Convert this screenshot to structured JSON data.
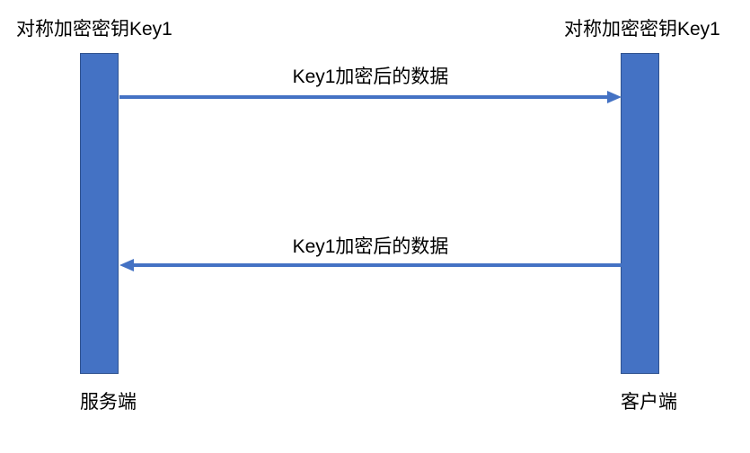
{
  "diagram": {
    "type": "sequence-diagram",
    "topic": "symmetric-encryption-exchange"
  },
  "labels": {
    "server_key": "对称加密密钥Key1",
    "client_key": "对称加密密钥Key1",
    "server": "服务端",
    "client": "客户端"
  },
  "messages": [
    {
      "label": "Key1加密后的数据",
      "from": "服务端",
      "to": "客户端",
      "direction": "right"
    },
    {
      "label": "Key1加密后的数据",
      "from": "客户端",
      "to": "服务端",
      "direction": "left"
    }
  ],
  "colors": {
    "bar_fill": "#4472C4",
    "bar_border": "#2F528F",
    "arrow": "#4472C4",
    "text": "#000000"
  }
}
